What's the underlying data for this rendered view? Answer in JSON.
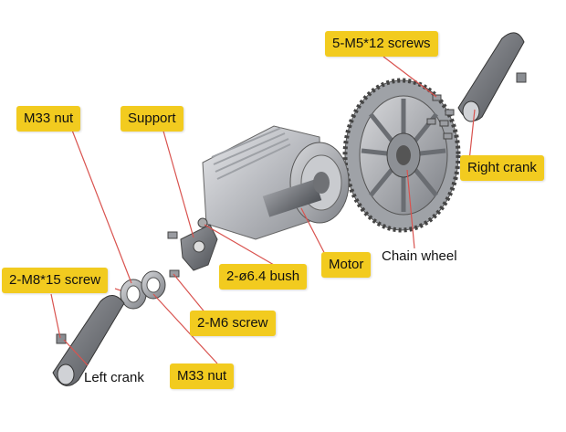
{
  "labels": {
    "m5_screws": "5-M5*12 screws",
    "m33_nut_top": "M33 nut",
    "support": "Support",
    "right_crank": "Right crank",
    "m8_screw": "2-M8*15 screw",
    "bush": "2-ø6.4 bush",
    "motor": "Motor",
    "chain_wheel": "Chain wheel",
    "m6_screw": "2-M6 screw",
    "left_crank": "Left crank",
    "m33_nut_bottom": "M33 nut"
  },
  "colors": {
    "label_bg": "#f2cb1f",
    "leader_line": "#d9534f",
    "metal_dark": "#6f7175",
    "metal_light": "#c9cbcf"
  }
}
